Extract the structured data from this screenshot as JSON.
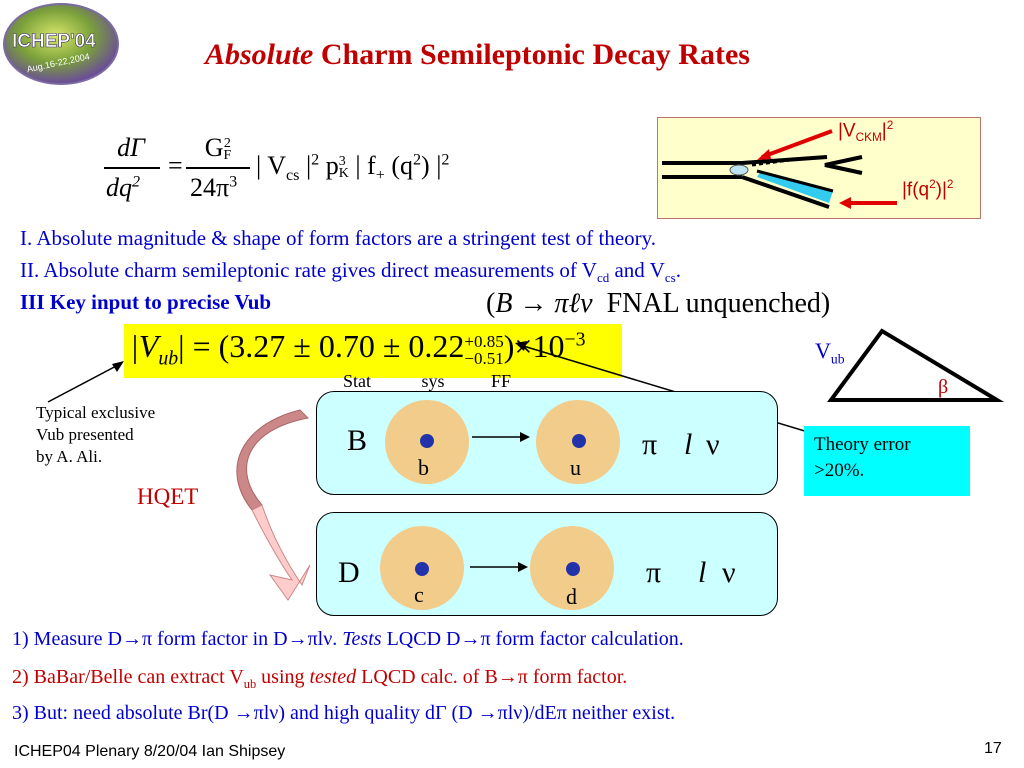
{
  "logo": {
    "text1": "ICHEP'04",
    "text2": "Aug.16-22,2004"
  },
  "title": {
    "italic": "Absolute",
    "rest": "Charm Semileptonic Decay Rates"
  },
  "formula": {
    "num_l": "dΓ",
    "den_l": "dq",
    "den_l_sup": "2",
    "eq": "=",
    "num_r": "G",
    "num_r_sup": "2",
    "num_r_sub": "F",
    "den_r": "24π",
    "den_r_sup": "3",
    "tail1": "| V",
    "tail1_sub": "cs",
    "tail2": " |",
    "tail2_sup": "2",
    "tail3": " p",
    "tail3_sup": "3",
    "tail3_sub": "K",
    "tail4": " | f",
    "tail4_sub": "+",
    "tail5": " (q",
    "tail5_sup": "2",
    "tail6": ") |",
    "tail6_sup": "2"
  },
  "ckm": {
    "label1_a": "|V",
    "label1_sub": "CKM",
    "label1_b": "|",
    "label1_sup": "2",
    "label2_a": "|f(q",
    "label2_sup": "2",
    "label2_b": ")|",
    "label2_sup2": "2"
  },
  "lines": {
    "l1": "I. Absolute magnitude & shape of  form factors are a stringent test of theory.",
    "l2_a": "II. Absolute charm semileptonic rate gives direct measurements of V",
    "l2_sub1": "cd",
    "l2_b": " and V",
    "l2_sub2": "cs",
    "l2_c": ".",
    "l3": "III Key input to precise Vub"
  },
  "fnal": {
    "open": "(",
    "expr": "B → πℓν",
    "rest": "FNAL unquenched)"
  },
  "vub": {
    "lhs": "|V",
    "lhs_sub": "ub",
    "lhs_end": "|",
    "rhs1": "= (3.27 ± 0.70 ± 0.22",
    "rhs_sup": "+0.85",
    "rhs_sub": "−0.51",
    "rhs2": ")×10",
    "rhs_exp": "−3"
  },
  "stat_row": {
    "stat": "Stat",
    "sys": "sys",
    "ff": "FF"
  },
  "typical": {
    "l1": "Typical exclusive",
    "l2": "Vub presented",
    "l3": "by A. Ali."
  },
  "hqet": "HQET",
  "panel_b": {
    "meson": "B",
    "q1": "b",
    "q2": "u",
    "pi": "π",
    "l": "l",
    "nu": "ν"
  },
  "panel_d": {
    "meson": "D",
    "q1": "c",
    "q2": "d",
    "pi": "π",
    "l": "l",
    "nu": "ν"
  },
  "theory": {
    "l1": "Theory error",
    "l2": ">20%."
  },
  "triangle": {
    "vub_a": "V",
    "vub_sub": "ub",
    "beta": "β"
  },
  "bottom": {
    "b1_a": "1) Measure D→π form factor in D→πlν. ",
    "b1_i": "Tests",
    "b1_b": " LQCD D→π form factor calculation.",
    "b2_a": "2) BaBar/Belle can extract V",
    "b2_sub": "ub",
    "b2_b": " using ",
    "b2_i": "tested",
    "b2_c": " LQCD calc. of B→π form factor.",
    "b3": "3) But: need absolute Br(D →πlν) and high quality dΓ (D →πlν)/dEπ  neither exist."
  },
  "footer": "ICHEP04 Plenary 8/20/04 Ian Shipsey",
  "page_number": "17",
  "colors": {
    "title": "#c00000",
    "body_blue": "#0000cc",
    "highlight": "#ffff00",
    "panel": "#ccffff",
    "theory_box": "#00ffff"
  }
}
